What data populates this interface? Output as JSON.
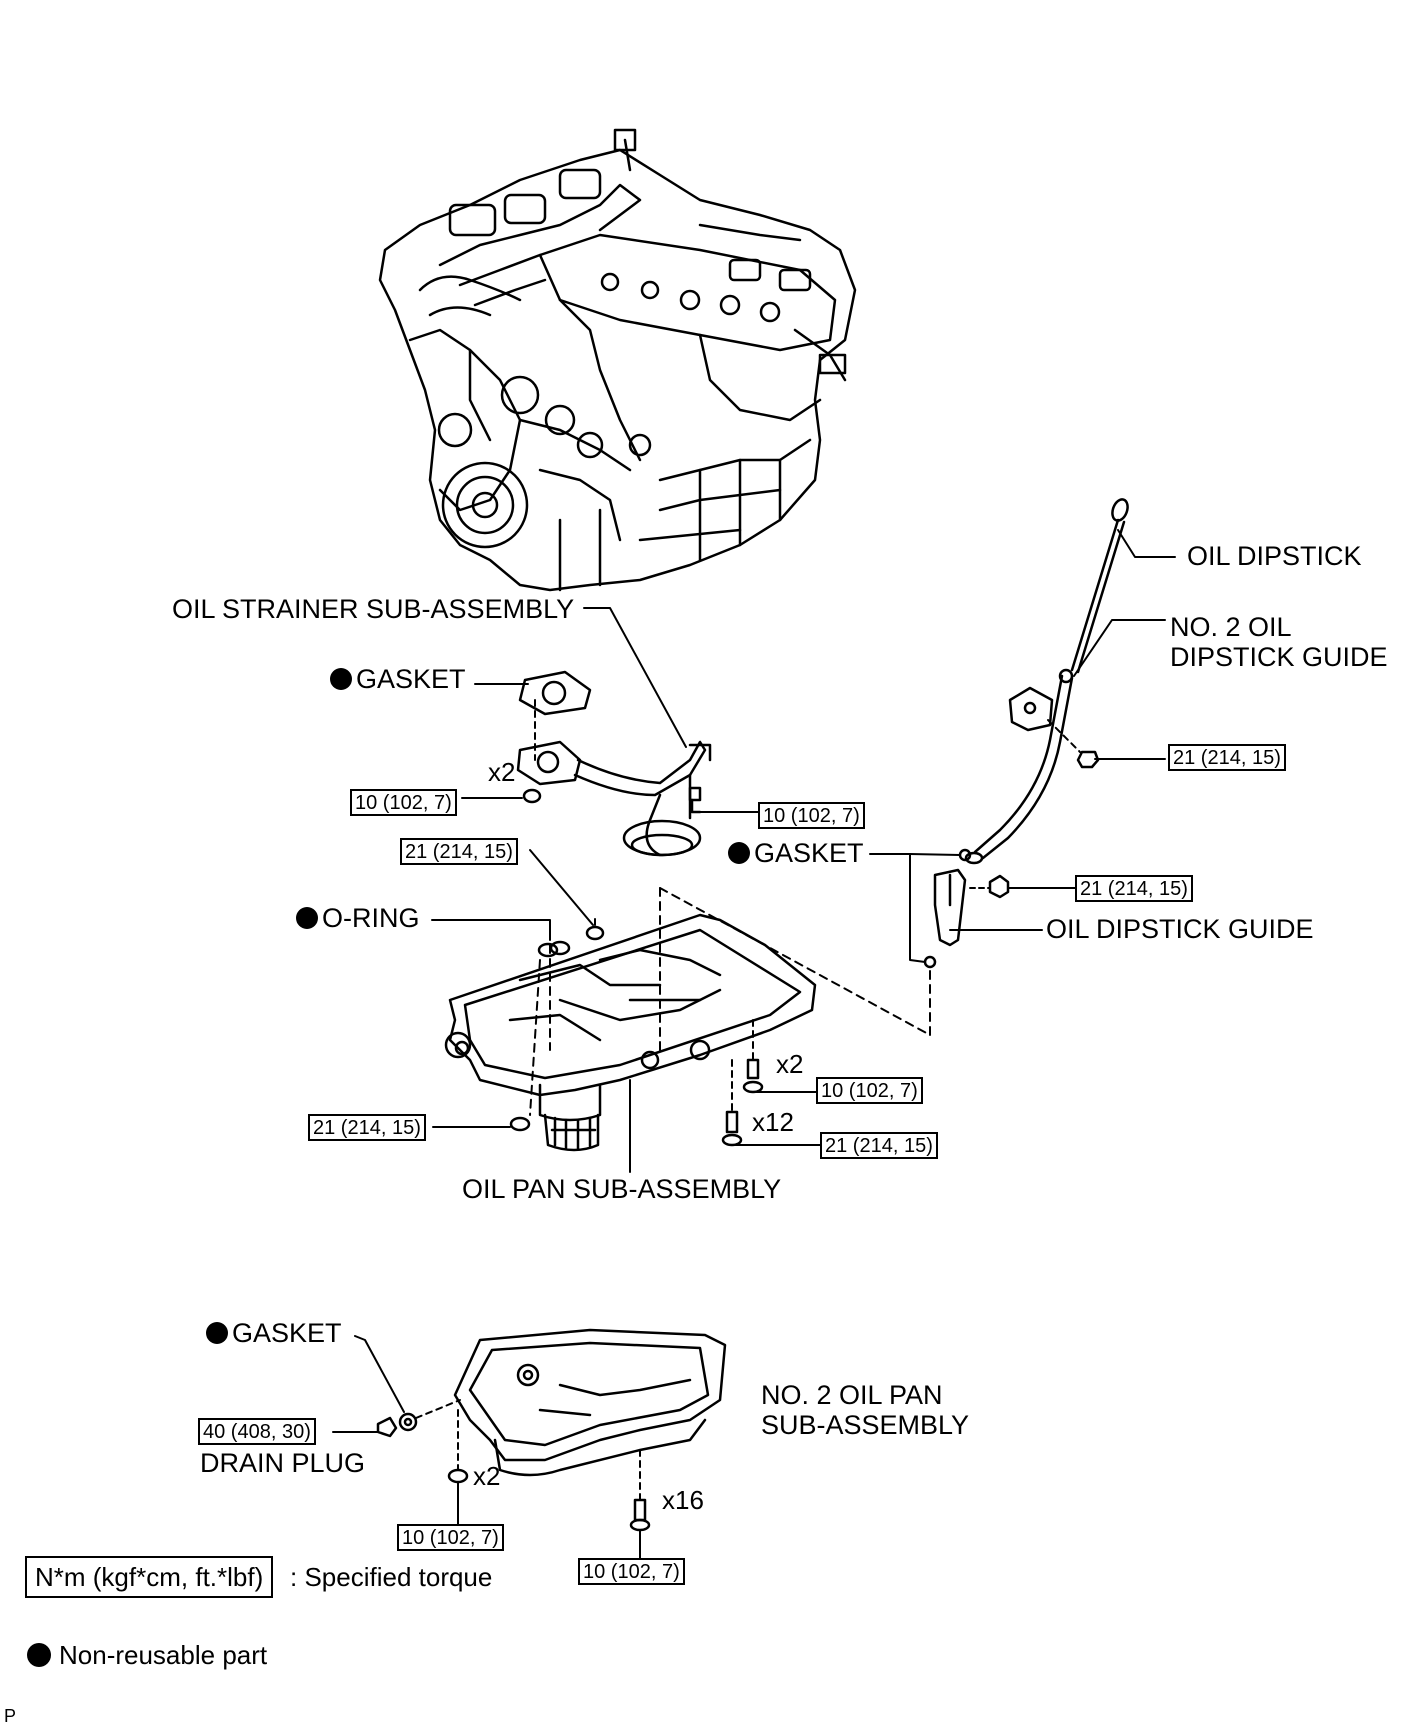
{
  "labels": {
    "oil_dipstick": "OIL DIPSTICK",
    "no2_oil_dipstick_guide": "NO. 2 OIL\nDIPSTICK GUIDE",
    "no2_oil_dipstick_guide_line1": "NO. 2 OIL",
    "no2_oil_dipstick_guide_line2": "DIPSTICK GUIDE",
    "oil_strainer": "OIL STRAINER SUB-ASSEMBLY",
    "gasket_strainer": "GASKET",
    "gasket_dipstick": "GASKET",
    "o_ring": "O-RING",
    "oil_dipstick_guide": "OIL DIPSTICK GUIDE",
    "oil_pan": "OIL PAN SUB-ASSEMBLY",
    "gasket_drain": "GASKET",
    "no2_oil_pan_line1": "NO. 2 OIL PAN",
    "no2_oil_pan_line2": "SUB-ASSEMBLY",
    "drain_plug": "DRAIN PLUG"
  },
  "torque": {
    "dipstick_guide_no2": "21 (214, 15)",
    "strainer_left": "10 (102, 7)",
    "strainer_right": "10 (102, 7)",
    "pan_top": "21 (214, 15)",
    "dipstick_guide": "21 (214, 15)",
    "pan_left": "21 (214, 15)",
    "pan_bolt_x2": "10 (102, 7)",
    "pan_bolt_x12": "21 (214, 15)",
    "drain_plug": "40 (408, 30)",
    "no2_pan_x2": "10 (102, 7)",
    "no2_pan_x16": "10 (102, 7)"
  },
  "counts": {
    "strainer": "x2",
    "pan_x2": "x2",
    "pan_x12": "x12",
    "no2_x2": "x2",
    "no2_x16": "x16"
  },
  "legend": {
    "torque_box": "N*m (kgf*cm, ft.*lbf)",
    "torque_text": ": Specified torque",
    "nonreusable": "Non-reusable part"
  },
  "corner_mark": "P"
}
